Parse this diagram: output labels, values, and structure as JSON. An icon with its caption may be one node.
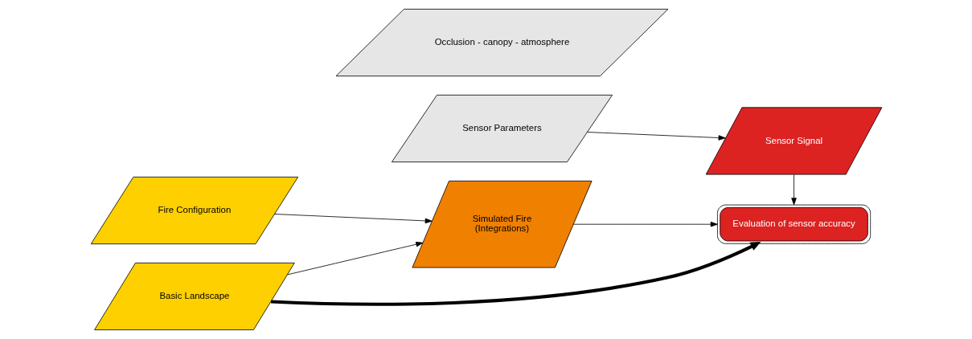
{
  "diagram": {
    "nodes": [
      {
        "text": [
          "Fire Configuration"
        ]
      },
      {
        "text": [
          "Sensor Parameters"
        ]
      },
      {
        "text": [
          "Sensor Signal"
        ]
      },
      {
        "text": [
          "Occlusion - canopy - atmosphere"
        ]
      },
      {
        "text": [
          "Basic Landscape"
        ]
      },
      {
        "text": [
          "Simulated Fire",
          "(Integrations)"
        ]
      },
      {
        "text": [
          "Evaluation of sensor accuracy"
        ]
      }
    ],
    "edges": [
      {
        "from": 0,
        "to": 5,
        "arrow": "to"
      },
      {
        "from": 4,
        "to": 5,
        "arrow": "to"
      },
      {
        "from": 4,
        "to": 6,
        "arrow": "to",
        "style": "thick"
      },
      {
        "from": 1,
        "to": 2,
        "arrow": "to"
      },
      {
        "from": 2,
        "to": 6,
        "arrow": "to"
      },
      {
        "from": 5,
        "to": 6,
        "arrow": "to"
      }
    ]
  }
}
